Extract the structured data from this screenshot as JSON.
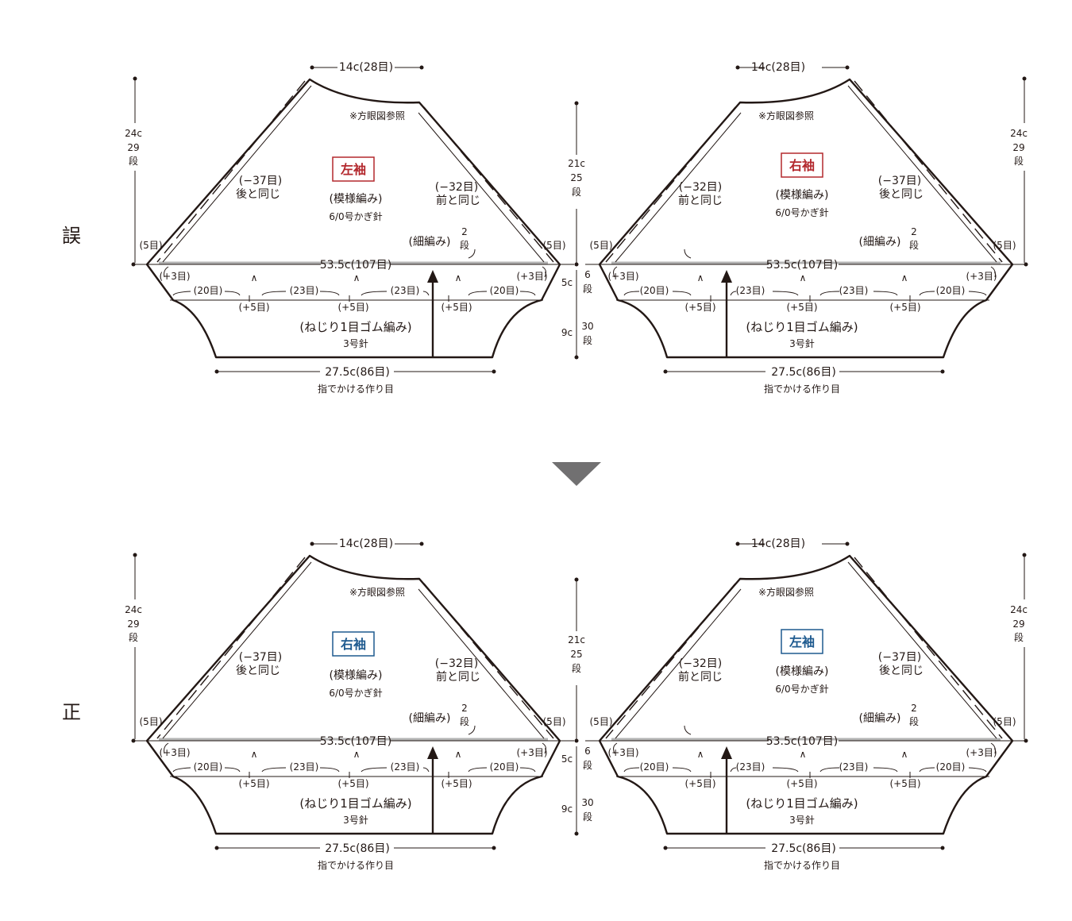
{
  "rows": {
    "wrong": {
      "label": "誤"
    },
    "correct": {
      "label": "正"
    }
  },
  "divider_arrow_color": "#717071",
  "colors": {
    "wrong_label": "#b3282d",
    "correct_label": "#1e5a8f",
    "outline": "#231815",
    "band": "#b3b3b3"
  },
  "pieces": {
    "top_left": {
      "name": "左袖",
      "back_dec": "(−37目)",
      "back_same": "後と同じ",
      "front_dec": "(−32目)",
      "front_same": "前と同じ"
    },
    "top_right": {
      "name": "右袖",
      "back_dec": "(−37目)",
      "back_same": "後と同じ",
      "front_dec": "(−32目)",
      "front_same": "前と同じ"
    },
    "bottom_left": {
      "name": "右袖",
      "back_dec": "(−37目)",
      "back_same": "後と同じ",
      "front_dec": "(−32目)",
      "front_same": "前と同じ"
    },
    "bottom_right": {
      "name": "左袖",
      "back_dec": "(−37目)",
      "back_same": "後と同じ",
      "front_dec": "(−32目)",
      "front_same": "前と同じ"
    }
  },
  "common": {
    "top_width": "14c(28目)",
    "grid_ref": "※方眼図参照",
    "pattern": "(模様編み)",
    "hook": "6/0号かぎ針",
    "single_crochet": "(細編み)",
    "rows_2_num": "2",
    "rows_2_unit": "段",
    "five_sts": "(5目)",
    "full_width": "53.5c(107目)",
    "plus3": "(+3目)",
    "plus5": "(+5目)",
    "twenty": "(20目)",
    "twentythree": "(23目)",
    "caret": "∧",
    "rib": "(ねじり1目ゴム編み)",
    "needle": "3号針",
    "cast_on_width": "27.5c(86目)",
    "cast_on": "指でかける作り目",
    "height_total_c": "24c",
    "height_total_rows": "29",
    "height_total_unit": "段",
    "cap_height_c": "21c",
    "cap_height_rows": "25",
    "cap_height_unit": "段",
    "band_height_c": "5c",
    "band_height_rows": "6",
    "band_height_unit": "段",
    "cuff_height_c": "9c",
    "cuff_height_rows": "30",
    "cuff_height_unit": "段"
  }
}
